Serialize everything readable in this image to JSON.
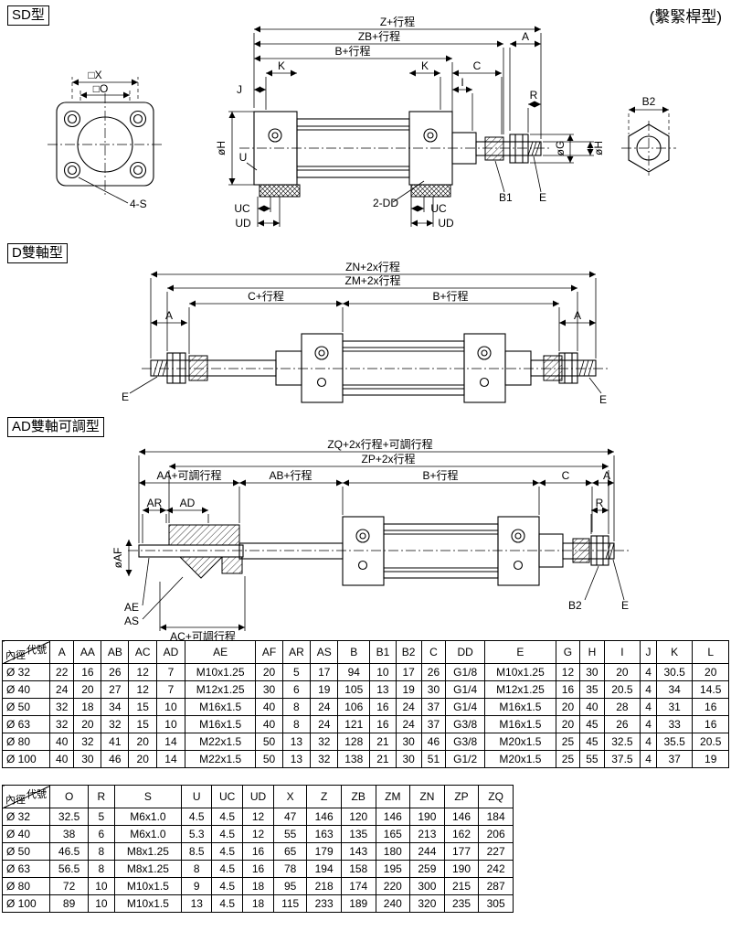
{
  "page": {
    "corner_note": "(繫緊桿型)"
  },
  "sections": [
    {
      "label": "SD型"
    },
    {
      "label": "D雙軸型"
    },
    {
      "label": "AD雙軸可調型"
    }
  ],
  "diagram_labels": {
    "sd": {
      "z": "Z+行程",
      "zb": "ZB+行程",
      "b": "B+行程",
      "k1": "K",
      "k2": "K",
      "c": "C",
      "j": "J",
      "i": "I",
      "a": "A",
      "r": "R",
      "sq_x": "□X",
      "sq_o": "□O",
      "four_s": "4-S",
      "dia_h_left": "øH",
      "u": "U",
      "uc_l": "UC",
      "ud_l": "UD",
      "uc_r": "UC",
      "ud_r": "UD",
      "dd": "2-DD",
      "b1": "B1",
      "e": "E",
      "dia_g": "øG",
      "dia_h_right": "øH",
      "b2": "B2"
    },
    "d": {
      "zn": "ZN+2x行程",
      "zm": "ZM+2x行程",
      "c": "C+行程",
      "b": "B+行程",
      "a_l": "A",
      "a_r": "A",
      "e_l": "E",
      "e_r": "E"
    },
    "ad": {
      "zq": "ZQ+2x行程+可調行程",
      "zp": "ZP+2x行程",
      "aa": "AA+可調行程",
      "ab": "AB+行程",
      "b": "B+行程",
      "c": "C",
      "a": "A",
      "ar": "AR",
      "ad": "AD",
      "r": "R",
      "dia_af": "øAF",
      "ae": "AE",
      "as": "AS",
      "ac": "AC+可調行程",
      "b2": "B2",
      "e": "E"
    }
  },
  "tables": [
    {
      "corner_top": "代號",
      "corner_bottom": "內徑",
      "headers": [
        "A",
        "AA",
        "AB",
        "AC",
        "AD",
        "AE",
        "AF",
        "AR",
        "AS",
        "B",
        "B1",
        "B2",
        "C",
        "DD",
        "E",
        "G",
        "H",
        "I",
        "J",
        "K",
        "L"
      ],
      "rows": [
        {
          "model": "Ø 32",
          "values": [
            "22",
            "16",
            "26",
            "12",
            "7",
            "M10x1.25",
            "20",
            "5",
            "17",
            "94",
            "10",
            "17",
            "26",
            "G1/8",
            "M10x1.25",
            "12",
            "30",
            "20",
            "4",
            "30.5",
            "20"
          ]
        },
        {
          "model": "Ø 40",
          "values": [
            "24",
            "20",
            "27",
            "12",
            "7",
            "M12x1.25",
            "30",
            "6",
            "19",
            "105",
            "13",
            "19",
            "30",
            "G1/4",
            "M12x1.25",
            "16",
            "35",
            "20.5",
            "4",
            "34",
            "14.5"
          ]
        },
        {
          "model": "Ø 50",
          "values": [
            "32",
            "18",
            "34",
            "15",
            "10",
            "M16x1.5",
            "40",
            "8",
            "24",
            "106",
            "16",
            "24",
            "37",
            "G1/4",
            "M16x1.5",
            "20",
            "40",
            "28",
            "4",
            "31",
            "16"
          ]
        },
        {
          "model": "Ø 63",
          "values": [
            "32",
            "20",
            "32",
            "15",
            "10",
            "M16x1.5",
            "40",
            "8",
            "24",
            "121",
            "16",
            "24",
            "37",
            "G3/8",
            "M16x1.5",
            "20",
            "45",
            "26",
            "4",
            "33",
            "16"
          ]
        },
        {
          "model": "Ø 80",
          "values": [
            "40",
            "32",
            "41",
            "20",
            "14",
            "M22x1.5",
            "50",
            "13",
            "32",
            "128",
            "21",
            "30",
            "46",
            "G3/8",
            "M20x1.5",
            "25",
            "45",
            "32.5",
            "4",
            "35.5",
            "20.5"
          ]
        },
        {
          "model": "Ø 100",
          "values": [
            "40",
            "30",
            "46",
            "20",
            "14",
            "M22x1.5",
            "50",
            "13",
            "32",
            "138",
            "21",
            "30",
            "51",
            "G1/2",
            "M20x1.5",
            "25",
            "55",
            "37.5",
            "4",
            "37",
            "19"
          ]
        }
      ]
    },
    {
      "corner_top": "代號",
      "corner_bottom": "內徑",
      "headers": [
        "O",
        "R",
        "S",
        "U",
        "UC",
        "UD",
        "X",
        "Z",
        "ZB",
        "ZM",
        "ZN",
        "ZP",
        "ZQ"
      ],
      "rows": [
        {
          "model": "Ø 32",
          "values": [
            "32.5",
            "5",
            "M6x1.0",
            "4.5",
            "4.5",
            "12",
            "47",
            "146",
            "120",
            "146",
            "190",
            "146",
            "184"
          ]
        },
        {
          "model": "Ø 40",
          "values": [
            "38",
            "6",
            "M6x1.0",
            "5.3",
            "4.5",
            "12",
            "55",
            "163",
            "135",
            "165",
            "213",
            "162",
            "206"
          ]
        },
        {
          "model": "Ø 50",
          "values": [
            "46.5",
            "8",
            "M8x1.25",
            "8.5",
            "4.5",
            "16",
            "65",
            "179",
            "143",
            "180",
            "244",
            "177",
            "227"
          ]
        },
        {
          "model": "Ø 63",
          "values": [
            "56.5",
            "8",
            "M8x1.25",
            "8",
            "4.5",
            "16",
            "78",
            "194",
            "158",
            "195",
            "259",
            "190",
            "242"
          ]
        },
        {
          "model": "Ø 80",
          "values": [
            "72",
            "10",
            "M10x1.5",
            "9",
            "4.5",
            "18",
            "95",
            "218",
            "174",
            "220",
            "300",
            "215",
            "287"
          ]
        },
        {
          "model": "Ø 100",
          "values": [
            "89",
            "10",
            "M10x1.5",
            "13",
            "4.5",
            "18",
            "115",
            "233",
            "189",
            "240",
            "320",
            "235",
            "305"
          ]
        }
      ]
    }
  ]
}
